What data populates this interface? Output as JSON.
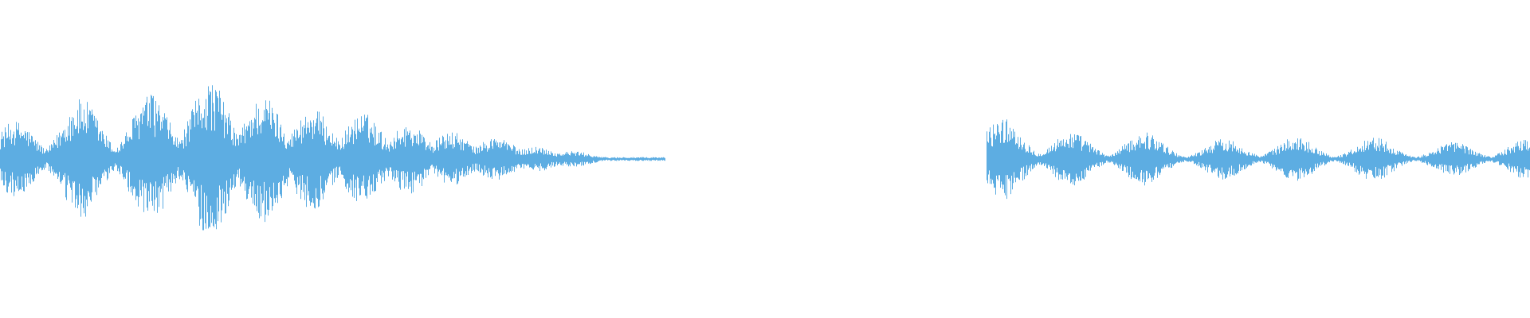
{
  "waveform": {
    "color": "#5DADE2",
    "background": "#FFFFFF",
    "segments": [
      {
        "start": 0.0,
        "end": 0.435,
        "bursts": [
          {
            "at": 0.01,
            "amp": 0.24
          },
          {
            "at": 0.053,
            "amp": 0.38
          },
          {
            "at": 0.098,
            "amp": 0.41
          },
          {
            "at": 0.137,
            "amp": 0.5
          },
          {
            "at": 0.172,
            "amp": 0.4
          },
          {
            "at": 0.204,
            "amp": 0.32
          },
          {
            "at": 0.237,
            "amp": 0.29
          },
          {
            "at": 0.267,
            "amp": 0.22
          },
          {
            "at": 0.295,
            "amp": 0.17
          },
          {
            "at": 0.324,
            "amp": 0.14
          },
          {
            "at": 0.35,
            "amp": 0.08
          },
          {
            "at": 0.374,
            "amp": 0.05
          }
        ]
      },
      {
        "start": 0.645,
        "end": 1.0,
        "bursts": [
          {
            "at": 0.655,
            "amp": 0.26
          },
          {
            "at": 0.7,
            "amp": 0.17
          },
          {
            "at": 0.748,
            "amp": 0.17
          },
          {
            "at": 0.8,
            "amp": 0.13
          },
          {
            "at": 0.847,
            "amp": 0.14
          },
          {
            "at": 0.898,
            "amp": 0.14
          },
          {
            "at": 0.95,
            "amp": 0.11
          },
          {
            "at": 0.998,
            "amp": 0.13
          }
        ]
      }
    ],
    "baseline_amp": 0.012
  }
}
